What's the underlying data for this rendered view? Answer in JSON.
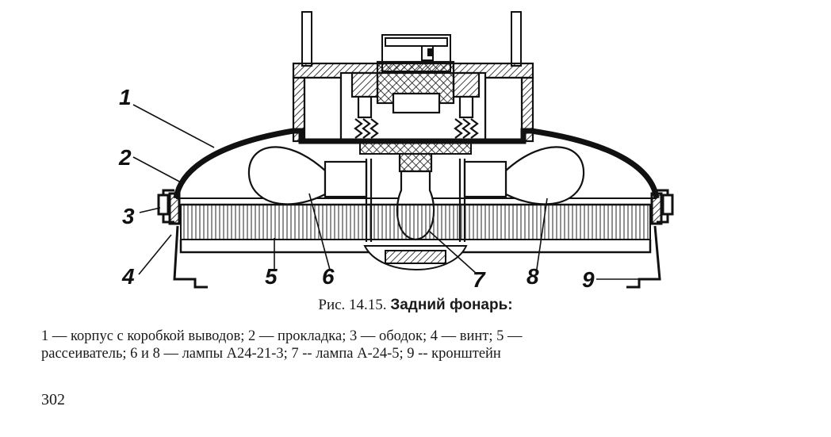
{
  "figure": {
    "callouts": [
      "1",
      "2",
      "3",
      "4",
      "5",
      "6",
      "7",
      "8",
      "9"
    ]
  },
  "caption": {
    "prefix": "Рис. 14.15.",
    "title": "Задний фонарь:"
  },
  "legend": {
    "line1": "1 — корпус с коробкой выводов; 2 — прокладка; 3 — ободок; 4 — винт; 5 —",
    "line2": "рассеиватель; 6 и 8 — лампы А24-21-3; 7 -- лампа А-24-5; 9 -- кронштейн"
  },
  "page_number": "302"
}
